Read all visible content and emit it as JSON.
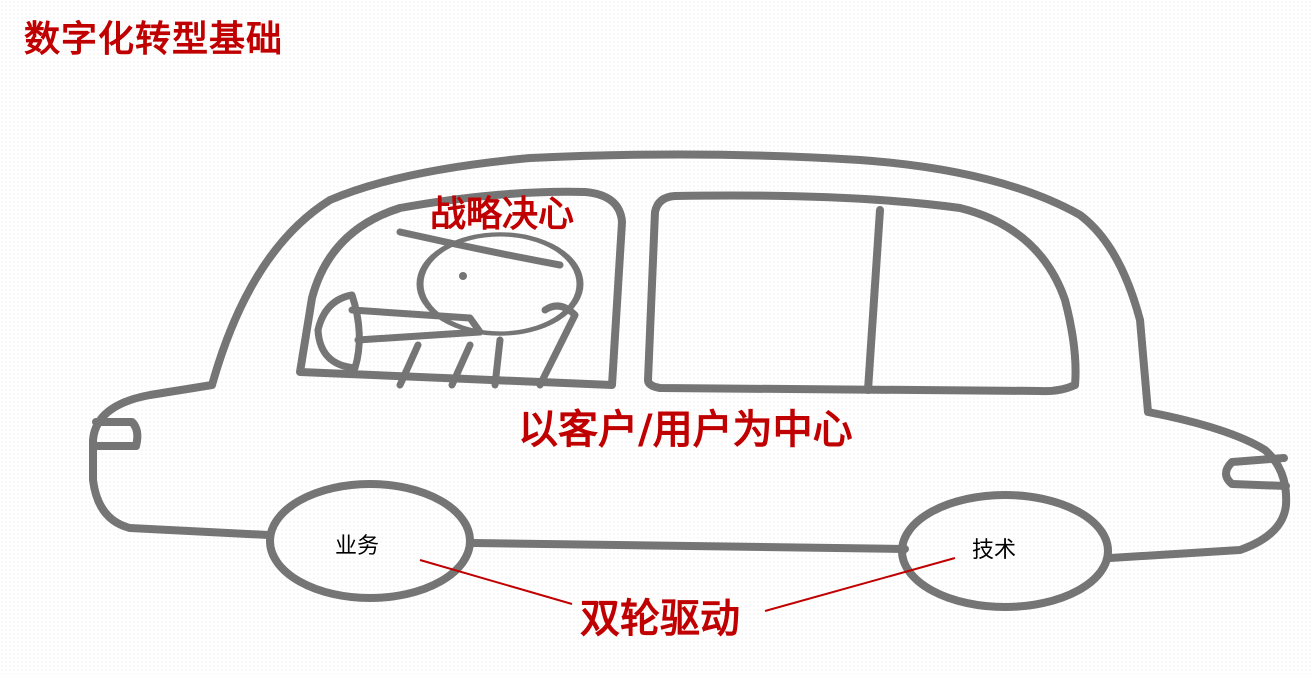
{
  "title": "数字化转型基础",
  "labels": {
    "strategy": "战略决心",
    "customer": "以客户/用户为中心",
    "business": "业务",
    "technology": "技术",
    "dual_drive": "双轮驱动"
  },
  "colors": {
    "accent": "#c00000",
    "outline": "#757575",
    "text": "#000000",
    "background": "#ffffff"
  },
  "icons": {
    "car": "car-icon",
    "driver": "driver-icon"
  }
}
